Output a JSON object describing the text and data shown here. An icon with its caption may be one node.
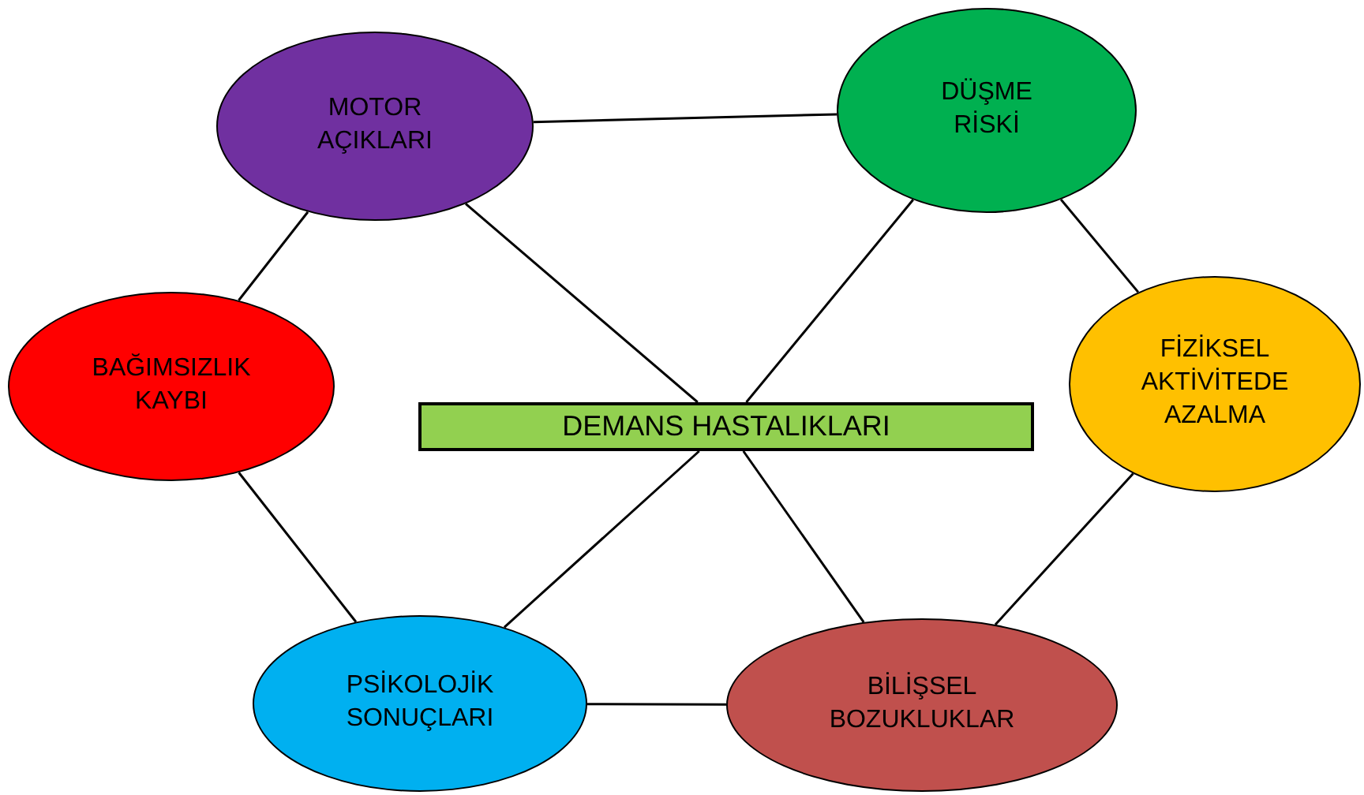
{
  "diagram": {
    "nodes": [
      {
        "text": [
          "MOTOR AÇIKLARI"
        ]
      },
      {
        "text": [
          "DÜŞME RİSKİ"
        ]
      },
      {
        "text": [
          "BAĞIMSIZLIK KAYBI"
        ]
      },
      {
        "text": [
          "FİZİKSEL AKTİVİTEDE AZALMA"
        ]
      },
      {
        "text": [
          "DEMANS HASTALIKLARI"
        ]
      },
      {
        "text": [
          "PSİKOLOJİK SONUÇLARI"
        ]
      },
      {
        "text": [
          "BİLİŞSEL BOZUKLUKLAR"
        ]
      }
    ],
    "edges": [
      {
        "from": 0,
        "to": 1,
        "arrow": "none"
      },
      {
        "from": 0,
        "to": 2,
        "arrow": "none"
      },
      {
        "from": 0,
        "to": 4,
        "arrow": "none"
      },
      {
        "from": 1,
        "to": 4,
        "arrow": "none"
      },
      {
        "from": 1,
        "to": 3,
        "arrow": "none"
      },
      {
        "from": 2,
        "to": 5,
        "arrow": "none"
      },
      {
        "from": 4,
        "to": 5,
        "arrow": "none"
      },
      {
        "from": 4,
        "to": 6,
        "arrow": "none"
      },
      {
        "from": 3,
        "to": 6,
        "arrow": "none"
      },
      {
        "from": 5,
        "to": 6,
        "arrow": "none"
      }
    ]
  }
}
